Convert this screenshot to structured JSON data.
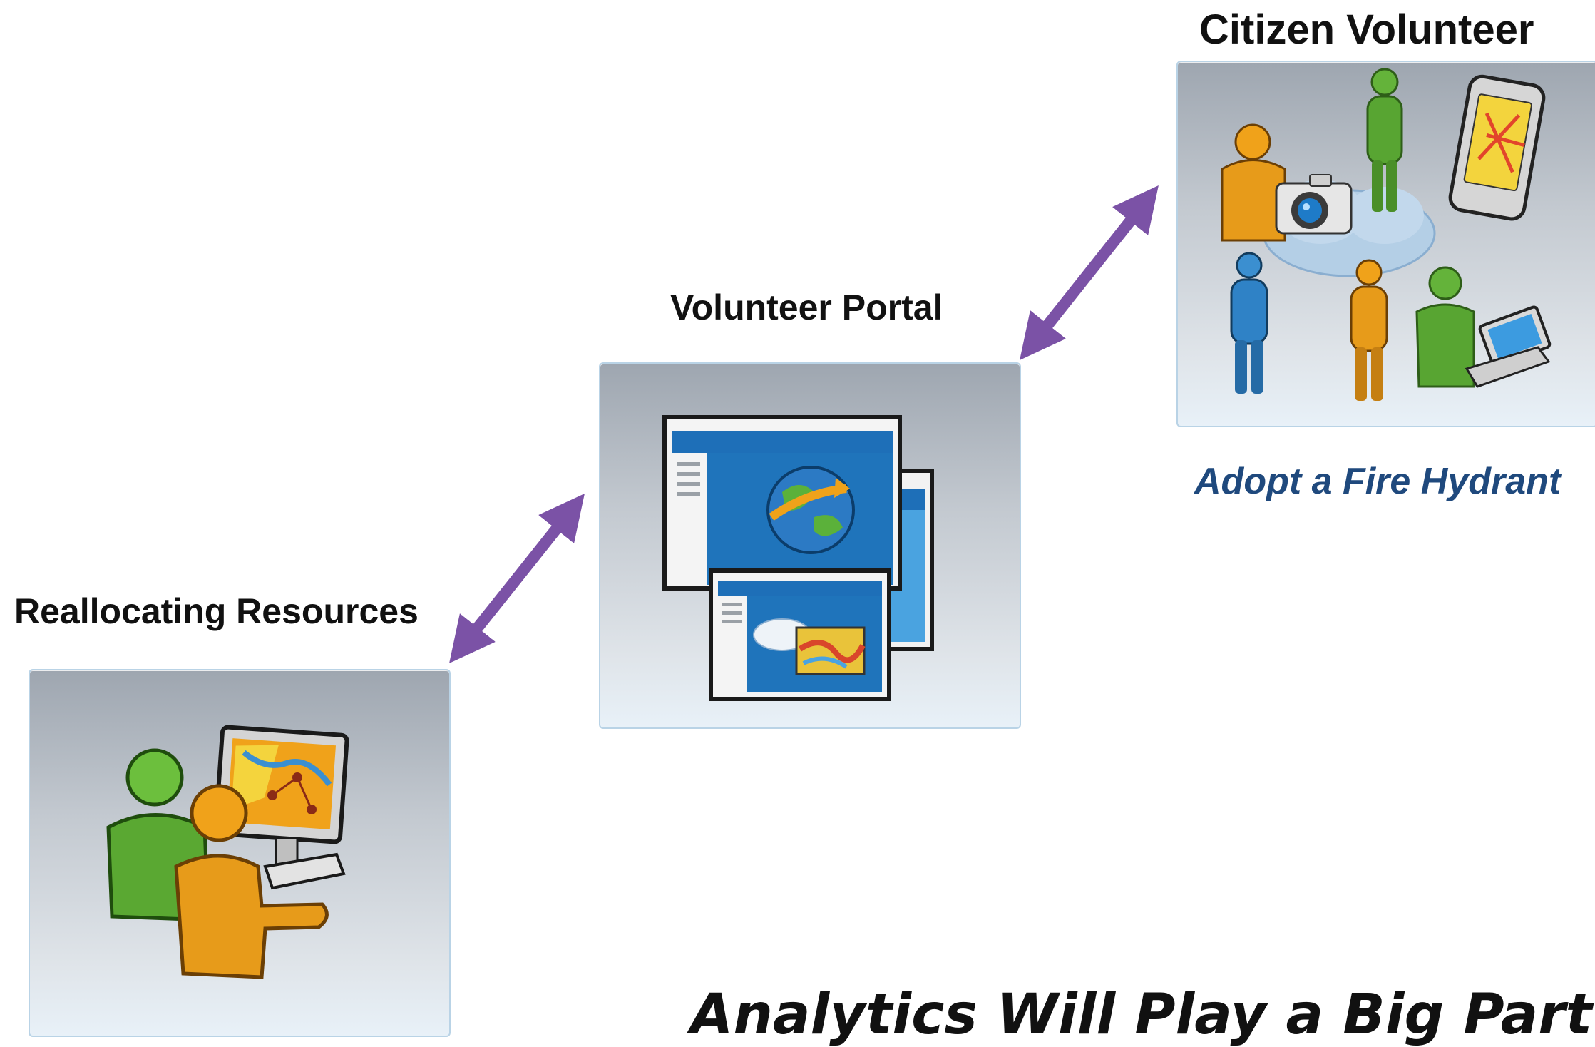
{
  "labels": {
    "reallocating": "Reallocating Resources",
    "portal": "Volunteer Portal",
    "citizen": "Citizen Volunteer"
  },
  "caption": "Adopt a Fire Hydrant",
  "footer": "Analytics Will Play a Big Part",
  "colors": {
    "arrow": "#7b52a6",
    "caption": "#1f497d",
    "panel_border": "#b9d3e6"
  },
  "icons": {
    "reallocating": "analyst-workstation-icon",
    "portal": "web-portal-windows-icon",
    "citizen": "crowd-devices-icon"
  }
}
